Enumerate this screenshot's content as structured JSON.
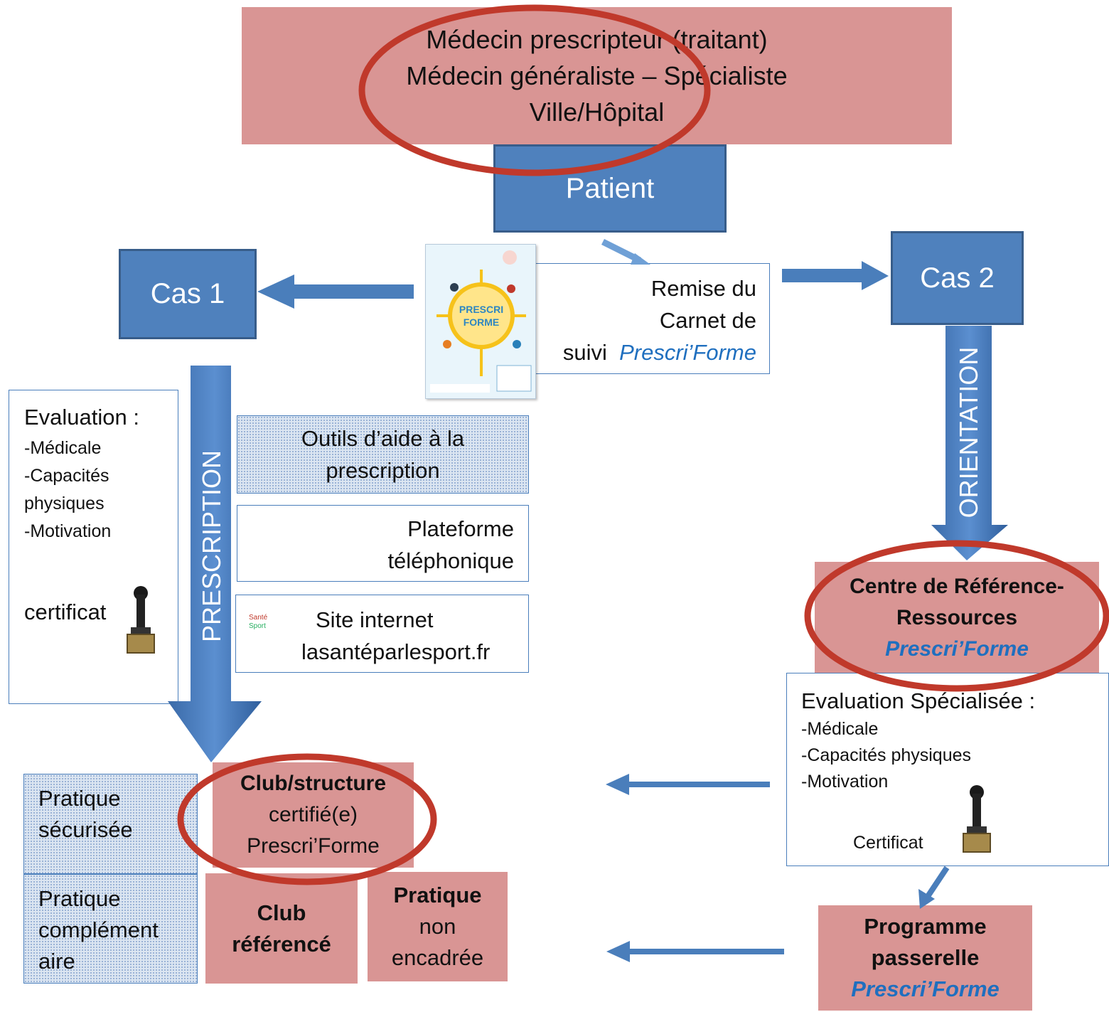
{
  "prescriber": {
    "line1": "Médecin prescripteur (traitant)",
    "line2": "Médecin généraliste – Spécialiste",
    "line3": "Ville/Hôpital"
  },
  "patient": "Patient",
  "cas1": "Cas 1",
  "cas2": "Cas 2",
  "booklet": {
    "cover_title_1": "PRESCRI",
    "cover_title_2": "FORME"
  },
  "remise": {
    "line1": "Remise du",
    "line2": "Carnet de",
    "line3_prefix": "suivi",
    "line3_brand": "Prescri’Forme"
  },
  "prescription_label": "PRESCRIPTION",
  "orientation_label": "ORIENTATION",
  "evaluation": {
    "title": "Evaluation :",
    "items": [
      "-Médicale",
      "-Capacités",
      "physiques",
      "-Motivation"
    ],
    "certificat": "certificat"
  },
  "tools": {
    "outils_line1": "Outils d’aide à la",
    "outils_line2": "prescription",
    "plateforme_line1": "Plateforme",
    "plateforme_line2": "téléphonique",
    "site_line1": "Site internet",
    "site_line2": "lasantéparlesport.fr",
    "site_logo_1": "Santé",
    "site_logo_2": "Sport"
  },
  "centre": {
    "line1": "Centre de Référence-",
    "line2": "Ressources",
    "line3": "Prescri’Forme"
  },
  "eval_spec": {
    "title": "Evaluation Spécialisée :",
    "items": [
      "-Médicale",
      "-Capacités physiques",
      "-Motivation"
    ],
    "certificat": "Certificat"
  },
  "pratique_securisee": {
    "line1": "Pratique",
    "line2": "sécurisée"
  },
  "pratique_complementaire": {
    "line1": "Pratique",
    "line2": "complément",
    "line3": "aire"
  },
  "club_certifie": {
    "line1": "Club/structure",
    "line2": "certifié(e)",
    "line3": "Prescri’Forme"
  },
  "club_reference": {
    "line1": "Club",
    "line2": "référencé"
  },
  "pratique_non": {
    "line1": "Pratique",
    "line2": "non",
    "line3": "encadrée"
  },
  "programme": {
    "line1": "Programme",
    "line2": "passerelle",
    "line3": "Prescri’Forme"
  },
  "colors": {
    "pink_box": "#d99594",
    "blue_box": "#4f81bd",
    "blue_border": "#385d8a",
    "arrow_blue": "#4a7ebb",
    "ellipse_red": "#c0392b",
    "brand_blue": "#1f6fbf"
  }
}
